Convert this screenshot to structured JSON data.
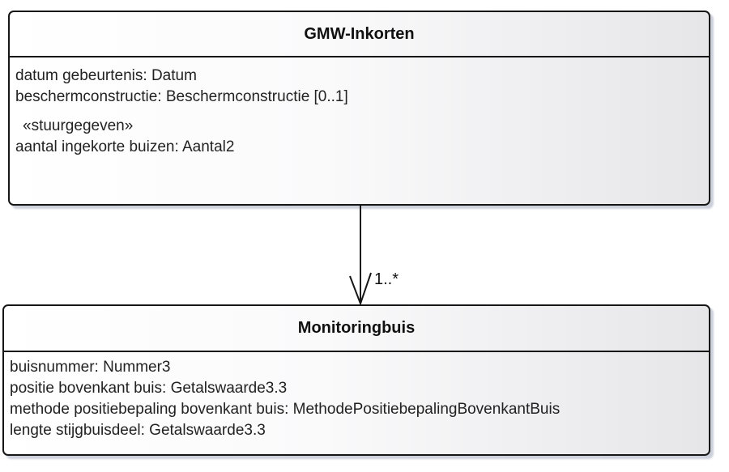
{
  "diagram": {
    "classes": [
      {
        "title": "GMW-Inkorten",
        "attributes_main": [
          "datum gebeurtenis: Datum",
          "beschermconstructie: Beschermconstructie [0..1]"
        ],
        "stereotype": "«stuurgegeven»",
        "attributes_stereotyped": [
          "aantal ingekorte buizen: Aantal2"
        ]
      },
      {
        "title": "Monitoringbuis",
        "attributes_main": [
          "buisnummer: Nummer3",
          "positie bovenkant buis: Getalswaarde3.3",
          "methode positiebepaling bovenkant buis: MethodePositiebepalingBovenkantBuis",
          "lengte stijgbuisdeel: Getalswaarde3.3"
        ]
      }
    ],
    "association": {
      "multiplicity": "1..*"
    }
  },
  "colors": {
    "border": "#161616",
    "fill_gradient_start": "#ffffff",
    "fill_gradient_end": "#e6e6e9",
    "shadow": "#ccd0db",
    "text": "#222222"
  }
}
